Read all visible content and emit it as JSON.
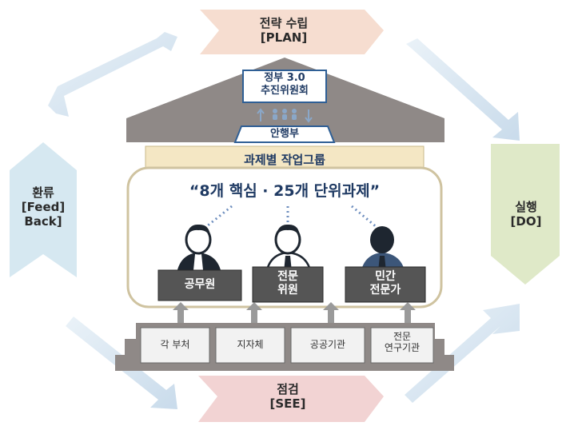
{
  "cycle": {
    "plan": {
      "line1": "전략 수립",
      "line2": "[PLAN]"
    },
    "do": {
      "line1": "실행",
      "line2": "[DO]"
    },
    "see": {
      "line1": "점검",
      "line2": "[SEE]"
    },
    "feedback": {
      "line1": "환류",
      "line2": "[Feed]",
      "line3": "Back]"
    }
  },
  "house": {
    "committee": {
      "line1": "정부 3.0",
      "line2": "추진위원회"
    },
    "support": "안행부",
    "workgroup": "과제별 작업그룹",
    "headline": "“8개 핵심 · 25개 단위과제”",
    "members": [
      {
        "line1": "공무원",
        "line2": ""
      },
      {
        "line1": "전문",
        "line2": "위원"
      },
      {
        "line1": "민간",
        "line2": "전문가"
      }
    ],
    "sources": [
      {
        "line1": "각 부처",
        "line2": ""
      },
      {
        "line1": "지자체",
        "line2": ""
      },
      {
        "line1": "공공기관",
        "line2": ""
      },
      {
        "line1": "전문",
        "line2": "연구기관"
      }
    ]
  },
  "colors": {
    "plan": "#f6ddd0",
    "do": "#dfe9c8",
    "see": "#f2d3d3",
    "feedback": "#d6e8f1",
    "structure": "#8f8987",
    "workgroup_band": "#f4e7c4",
    "text_blue": "#1f3a63"
  }
}
